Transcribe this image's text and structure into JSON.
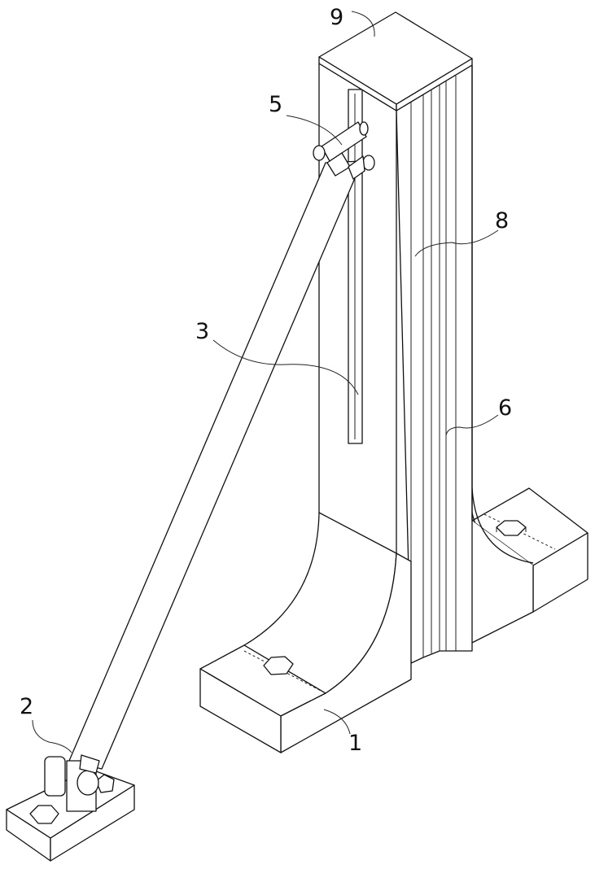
{
  "figure": {
    "labels": {
      "base": "1",
      "lower_hinge": "2",
      "slot": "3",
      "upper_hinge": "5",
      "column_rib": "6",
      "column": "8",
      "top_cap": "9"
    }
  }
}
